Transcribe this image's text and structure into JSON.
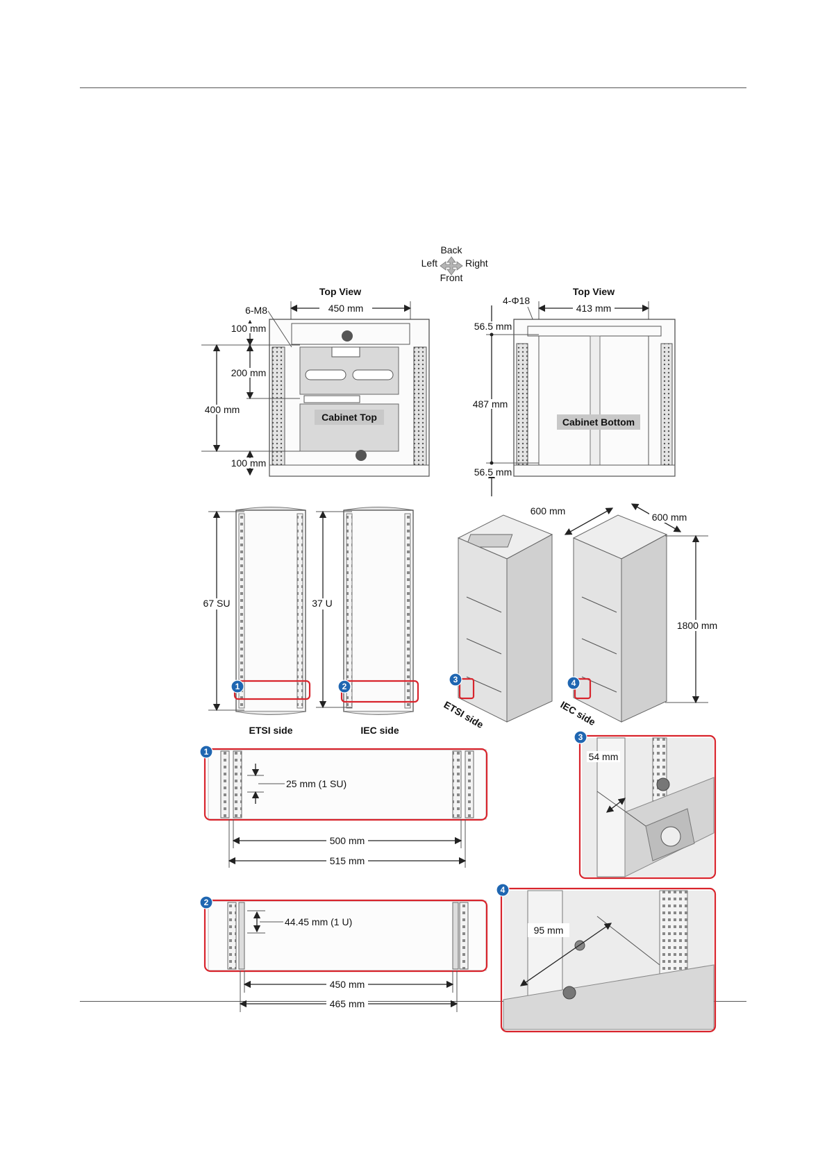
{
  "compass": {
    "back": "Back",
    "left": "Left",
    "right": "Right",
    "front": "Front"
  },
  "top_view_left": {
    "title": "Top View",
    "width": "450 mm",
    "holes": "6-M8",
    "d1": "100 mm",
    "d2": "200 mm",
    "d3": "400 mm",
    "d4": "100 mm",
    "caption": "Cabinet Top"
  },
  "top_view_right": {
    "title": "Top View",
    "holes": "4-Φ18",
    "width": "413 mm",
    "d1": "56.5 mm",
    "d2": "487 mm",
    "d3": "56.5 mm",
    "caption": "Cabinet Bottom"
  },
  "side_views": {
    "etsi_height": "67 SU",
    "iec_height": "37 U",
    "etsi_label": "ETSI side",
    "iec_label": "IEC side"
  },
  "iso_views": {
    "depth": "600 mm",
    "width": "600 mm",
    "height": "1800 mm",
    "etsi_label": "ETSI side",
    "iec_label": "IEC side"
  },
  "badges": [
    "1",
    "2",
    "3",
    "4"
  ],
  "detail_1": {
    "pitch": "25 mm (1 SU)",
    "inner": "500 mm",
    "outer": "515 mm"
  },
  "detail_2": {
    "pitch": "44.45 mm (1 U)",
    "inner": "450 mm",
    "outer": "465 mm"
  },
  "detail_3": {
    "dim": "54 mm"
  },
  "detail_4": {
    "dim": "95 mm"
  },
  "colors": {
    "highlight": "#d8242c",
    "badge": "#1f66b1"
  }
}
